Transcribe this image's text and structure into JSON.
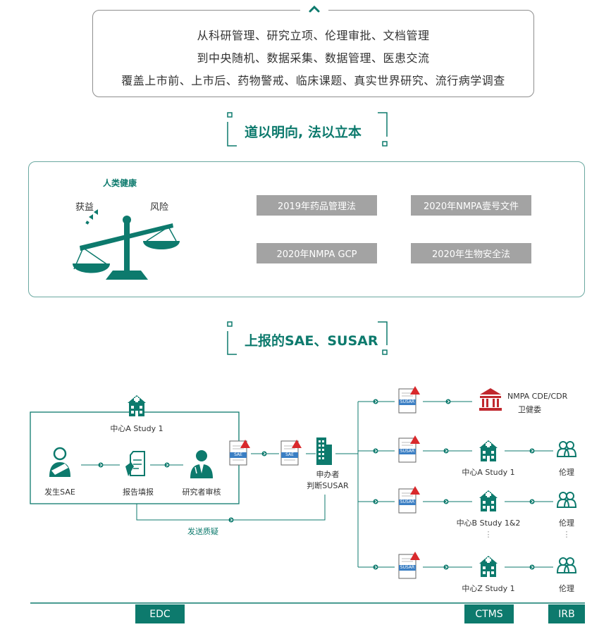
{
  "intro": {
    "lines": [
      "从科研管理、研究立项、伦理审批、文档管理",
      "到中央随机、数据采集、数据管理、医患交流",
      "覆盖上市前、上市后、药物警戒、临床课题、真实世界研究、流行病学调查"
    ]
  },
  "section1": {
    "title": "道以明向, 法以立本",
    "scale": {
      "top_label": "人类健康",
      "left_label": "获益",
      "right_label": "风险"
    },
    "regulations": [
      "2019年药品管理法",
      "2020年NMPA壹号文件",
      "2020年NMPA  GCP",
      "2020年生物安全法"
    ]
  },
  "section2": {
    "title": "上报的SAE、SUSAR",
    "center_a": "中心A Study 1",
    "steps": [
      "发生SAE",
      "报告填报",
      "研究者审核"
    ],
    "doc_tag_sae": "SAE",
    "doc_tag_susar": "SUSAR",
    "sponsor": [
      "申办者",
      "判断SUSAR"
    ],
    "feedback": "发送质疑",
    "authority": [
      "NMPA CDE/CDR",
      "卫健委"
    ],
    "sites": [
      "中心A Study 1",
      "中心B Study 1&2",
      "中心Z Study 1"
    ],
    "ethics": "伦理",
    "ellipsis": "⋮"
  },
  "systems": [
    "EDC",
    "CTMS",
    "IRB"
  ],
  "colors": {
    "brand_green": "#0d7a6d",
    "gray_tag": "#a3a3a3",
    "alert_red": "#d9292c",
    "authority_red": "#c0272d",
    "doc_blue": "#3b7fc4"
  }
}
